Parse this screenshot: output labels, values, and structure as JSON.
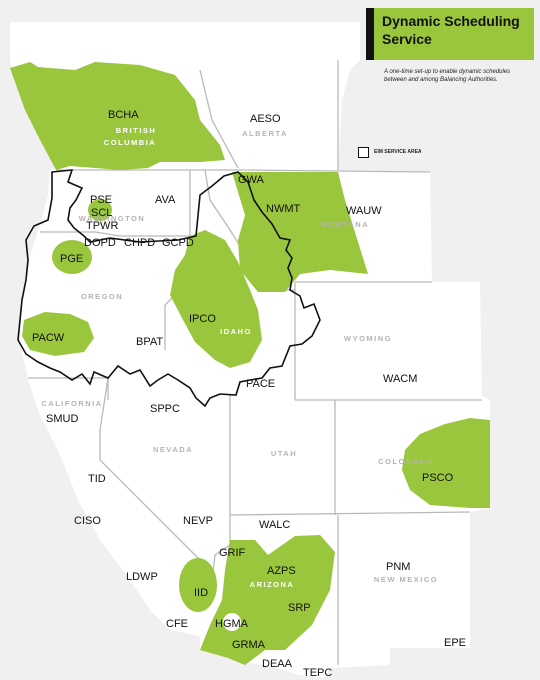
{
  "title": "Dynamic Scheduling\nService",
  "subtitle": "A one-time set-up to enable dynamic schedules between and among Balancing Authorities.",
  "legend": {
    "label": "EIM SERVICE AREA"
  },
  "colors": {
    "service": "#9ac63d",
    "land": "#ffffff",
    "border": "#b9b9b9",
    "outline": "#111111",
    "bg": "#f0f0f0"
  },
  "regions": {
    "british_columbia": "BRITISH COLUMBIA",
    "alberta": "ALBERTA",
    "washington": "WASHINGTON",
    "oregon": "OREGON",
    "idaho": "IDAHO",
    "montana": "MONTANA",
    "wyoming": "WYOMING",
    "california": "CALIFORNIA",
    "nevada": "NEVADA",
    "utah": "UTAH",
    "colorado": "COLORADO",
    "arizona": "ARIZONA",
    "new_mexico": "NEW MEXICO"
  },
  "labels": {
    "bcha": "BCHA",
    "aeso": "AESO",
    "gwa": "GWA",
    "nwmt": "NWMT",
    "wauw": "WAUW",
    "pse": "PSE",
    "scl": "SCL",
    "tpwr": "TPWR",
    "ava": "AVA",
    "dopd": "DOPD",
    "chpd": "CHPD",
    "gcpd": "GCPD",
    "pge": "PGE",
    "ipco": "IPCO",
    "pacw": "PACW",
    "bpat": "BPAT",
    "pace": "PACE",
    "wacm": "WACM",
    "smud": "SMUD",
    "sppc": "SPPC",
    "psco": "PSCO",
    "tid": "TID",
    "ciso": "CISO",
    "nevp": "NEVP",
    "walc": "WALC",
    "grif": "GRIF",
    "azps": "AZPS",
    "pnm": "PNM",
    "ldwp": "LDWP",
    "iid": "IID",
    "srp": "SRP",
    "cfe": "CFE",
    "hgma": "HGMA",
    "grma": "GRMA",
    "epe": "EPE",
    "deaa": "DEAA",
    "tepc": "TEPC"
  }
}
